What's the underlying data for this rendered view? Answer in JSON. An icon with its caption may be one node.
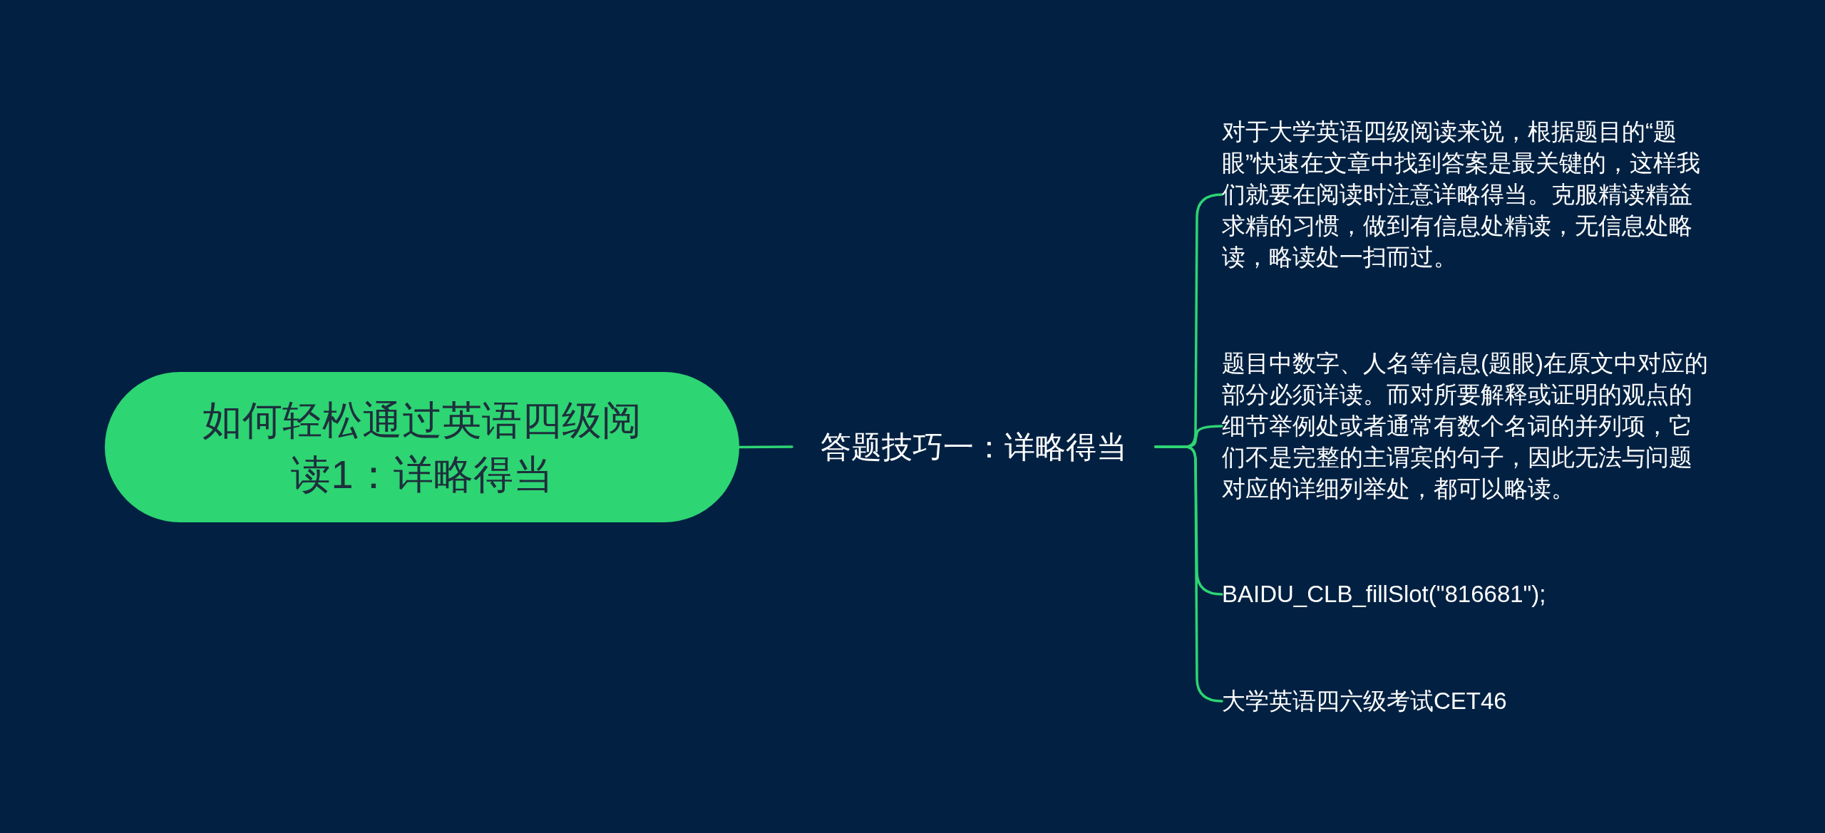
{
  "diagram": {
    "nodes": [
      {
        "text": [
          "如何轻松通过英语四级阅读1：详略得当"
        ]
      },
      {
        "text": [
          "答题技巧一：详略得当"
        ]
      },
      {
        "text": [
          "对于大学英语四级阅读来说，根据题目的“题眼”快速在文章中找到答案是最关键的，这样我们就要在阅读时注意详略得当。克服精读精益求精的习惯，做到有信息处精读，无信息处略读，略读处一扫而过。"
        ]
      },
      {
        "text": [
          "题目中数字、人名等信息(题眼)在原文中对应的部分必须详读。而对所要解释或证明的观点的细节举例处或者通常有数个名词的并列项，它们不是完整的主谓宾的句子，因此无法与问题对应的详细列举处，都可以略读。"
        ]
      },
      {
        "text": [
          "BAIDU_CLB_fillSlot(\"816681\");"
        ]
      },
      {
        "text": [
          "大学英语四六级考试CET46"
        ]
      }
    ],
    "edges": [
      {
        "from": 0,
        "to": 1,
        "arrow": "none"
      },
      {
        "from": 1,
        "to": 2,
        "arrow": "none"
      },
      {
        "from": 1,
        "to": 3,
        "arrow": "none"
      },
      {
        "from": 1,
        "to": 4,
        "arrow": "none"
      },
      {
        "from": 1,
        "to": 5,
        "arrow": "none"
      }
    ]
  }
}
